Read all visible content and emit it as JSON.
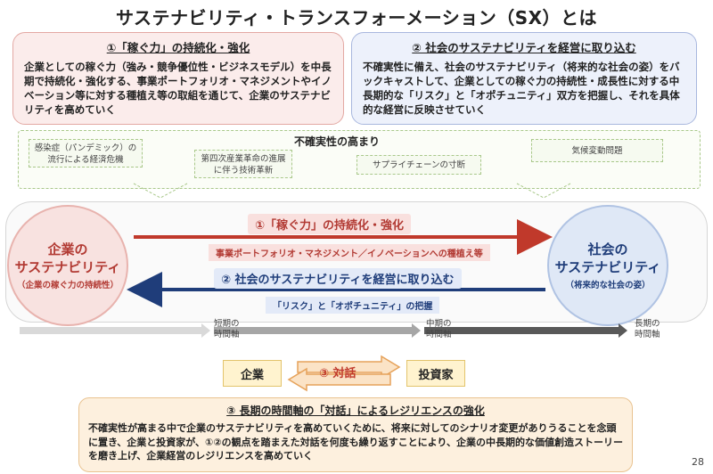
{
  "title": "サステナビリティ・トランスフォーメーション（SX）とは",
  "box1": {
    "heading": "①「稼ぐ力」の持続化・強化",
    "body": "企業としての稼ぐ力（強み・競争優位性・ビジネスモデル）を中長期で持続化・強化する、事業ポートフォリオ・マネジメントやイノベーション等に対する種植え等の取組を通じて、企業のサステナビリティを高めていく"
  },
  "box2": {
    "heading": "② 社会のサステナビリティを経営に取り込む",
    "body": "不確実性に備え、社会のサステナビリティ（将来的な社会の姿）をバックキャストして、企業としての稼ぐ力の持続性・成長性に対する中長期的な「リスク」と「オポチュニティ」双方を把握し、それを具体的な経営に反映させていく"
  },
  "uncertainty": {
    "title": "不確実性の高まり",
    "factors": [
      "感染症（パンデミック）の流行による経済危機",
      "第四次産業革命の進展に伴う技術革新",
      "サプライチェーンの寸断",
      "気候変動問題"
    ]
  },
  "left_circle": {
    "main1": "企業の",
    "main2": "サステナビリティ",
    "sub": "（企業の稼ぐ力の持続性）"
  },
  "right_circle": {
    "main1": "社会の",
    "main2": "サステナビリティ",
    "sub": "（将来的な社会の姿）"
  },
  "arrow1": {
    "label": "①「稼ぐ力」の持続化・強化",
    "sub": "事業ポートフォリオ・マネジメント／イノベーションへの種植え等",
    "color": "#c0392b"
  },
  "arrow2": {
    "label": "② 社会のサステナビリティを経営に取り込む",
    "sub": "「リスク」と「オポチュニティ」の把握",
    "color": "#1f3d7a"
  },
  "timeline": [
    {
      "l1": "短期の",
      "l2": "時間軸"
    },
    {
      "l1": "中期の",
      "l2": "時間軸"
    },
    {
      "l1": "長期の",
      "l2": "時間軸"
    }
  ],
  "dialogue": {
    "left": "企業",
    "center": "③ 対話",
    "right": "投資家"
  },
  "bottom": {
    "heading": "③ 長期の時間軸の「対話」によるレジリエンスの強化",
    "body": "不確実性が高まる中で企業のサステナビリティを高めていくために、将来に対してのシナリオ変更がありうることを念頭に置き、企業と投資家が、①②の観点を踏まえた対話を何度も繰り返すことにより、企業の中長期的な価値創造ストーリーを磨き上げ、企業経営のレジリエンスを高めていく"
  },
  "page_number": "28"
}
